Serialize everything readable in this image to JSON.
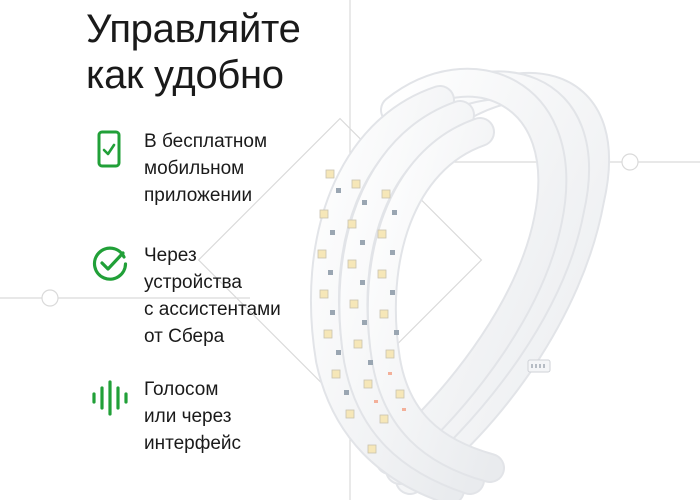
{
  "headline": {
    "line1": "Управляйте",
    "line2": "как удобно"
  },
  "features": [
    {
      "icon": "smartphone-check-icon",
      "lines": [
        "В бесплатном",
        "мобильном",
        "приложении"
      ]
    },
    {
      "icon": "check-circle-icon",
      "lines": [
        "Через",
        "устройства",
        "с ассистентами",
        "от Сбера"
      ]
    },
    {
      "icon": "voice-waveform-icon",
      "lines": [
        "Голосом",
        "или через",
        "интерфейс"
      ]
    }
  ],
  "colors": {
    "accent_green": "#21a038",
    "text": "#1a1a1a",
    "watermark": "#d9d9d9"
  }
}
